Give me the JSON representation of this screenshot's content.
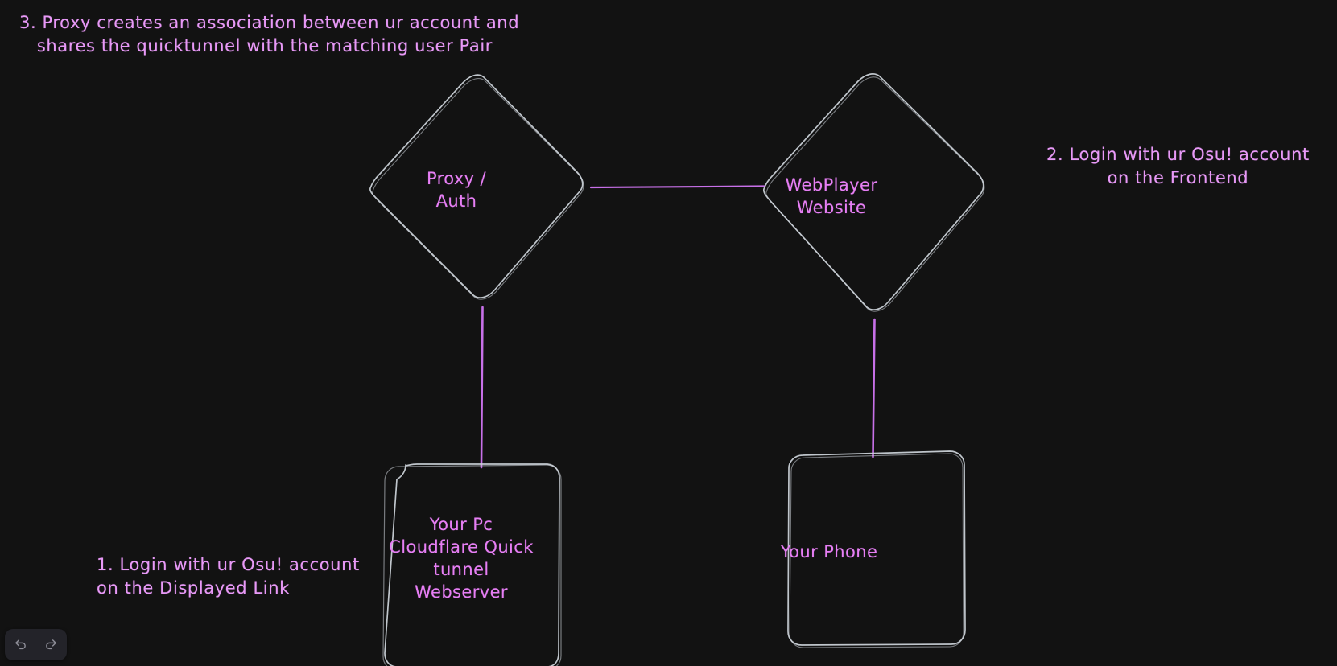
{
  "canvas": {
    "background_color": "#121212",
    "stroke_color": "#ced4da",
    "accent_color": "#e77ff5",
    "text_color": "#e899f7"
  },
  "nodes": [
    {
      "id": "proxy-auth",
      "shape": "diamond",
      "label": "Proxy /\nAuth"
    },
    {
      "id": "webplayer",
      "shape": "diamond",
      "label": "WebPlayer\nWebsite"
    },
    {
      "id": "your-pc",
      "shape": "rounded-rectangle",
      "label": "Your Pc\nCloudflare Quick\ntunnel\nWebserver"
    },
    {
      "id": "your-phone",
      "shape": "rounded-rectangle",
      "label": "Your Phone"
    }
  ],
  "connectors": [
    {
      "id": "proxy-to-webplayer",
      "from": "proxy-auth",
      "to": "webplayer",
      "orientation": "horizontal"
    },
    {
      "id": "proxy-to-pc",
      "from": "proxy-auth",
      "to": "your-pc",
      "orientation": "vertical"
    },
    {
      "id": "webplayer-to-phone",
      "from": "webplayer",
      "to": "your-phone",
      "orientation": "vertical"
    }
  ],
  "annotations": {
    "step1": "1. Login with ur Osu! account\non the Displayed Link",
    "step2": "2. Login with ur Osu! account\non the Frontend",
    "step3": "3. Proxy creates an association between ur account and\n   shares the quicktunnel with the matching user Pair"
  },
  "toolbar": {
    "undo_label": "undo-icon",
    "redo_label": "redo-icon"
  }
}
